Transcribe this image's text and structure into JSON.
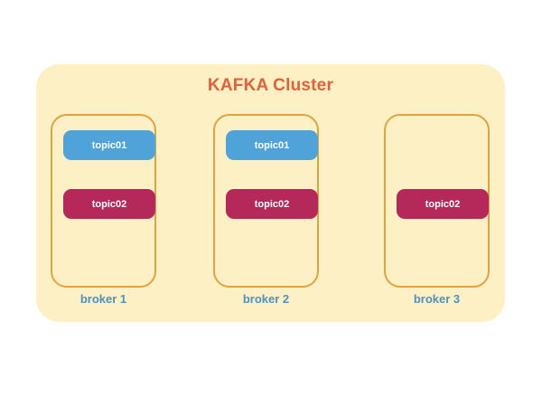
{
  "diagram": {
    "title": "KAFKA Cluster",
    "colors": {
      "panel_background": "#fcf0c4",
      "title": "#e2603a",
      "broker_border": "#e2a33f",
      "broker_label": "#4d91bf",
      "topic01": "#4fa3d8",
      "topic02": "#b5285a",
      "topic_label": "#ffffff",
      "page_background": "#ffffff"
    },
    "brokers": [
      {
        "label": "broker 1",
        "topics": [
          {
            "name": "topic01",
            "color": "#4fa3d8",
            "slot": 1
          },
          {
            "name": "topic02",
            "color": "#b5285a",
            "slot": 2
          }
        ]
      },
      {
        "label": "broker 2",
        "topics": [
          {
            "name": "topic01",
            "color": "#4fa3d8",
            "slot": 1
          },
          {
            "name": "topic02",
            "color": "#b5285a",
            "slot": 2
          }
        ]
      },
      {
        "label": "broker 3",
        "topics": [
          {
            "name": "topic02",
            "color": "#b5285a",
            "slot": 2
          }
        ]
      }
    ]
  }
}
